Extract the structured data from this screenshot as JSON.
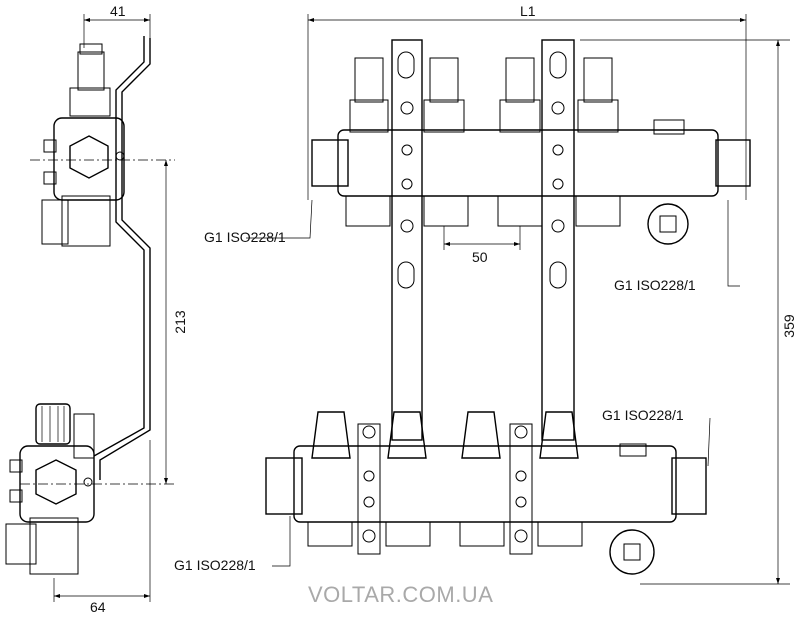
{
  "dimensions": {
    "side_top_width": "41",
    "side_height": "213",
    "side_bottom_width": "64",
    "length": "L1",
    "spacing": "50",
    "total_height": "359"
  },
  "thread_labels": {
    "top_left": "G1  ISO228/1",
    "top_right": "G1  ISO228/1",
    "bottom_right": "G1  ISO228/1",
    "bottom_left": "G1  ISO228/1"
  },
  "watermark": "VOLTAR.COM.UA",
  "colors": {
    "body_gradient_light": "#f2f2f2",
    "body_gradient_dark": "#8a8a8a",
    "line": "#000000",
    "watermark": "#a9a9a9"
  }
}
